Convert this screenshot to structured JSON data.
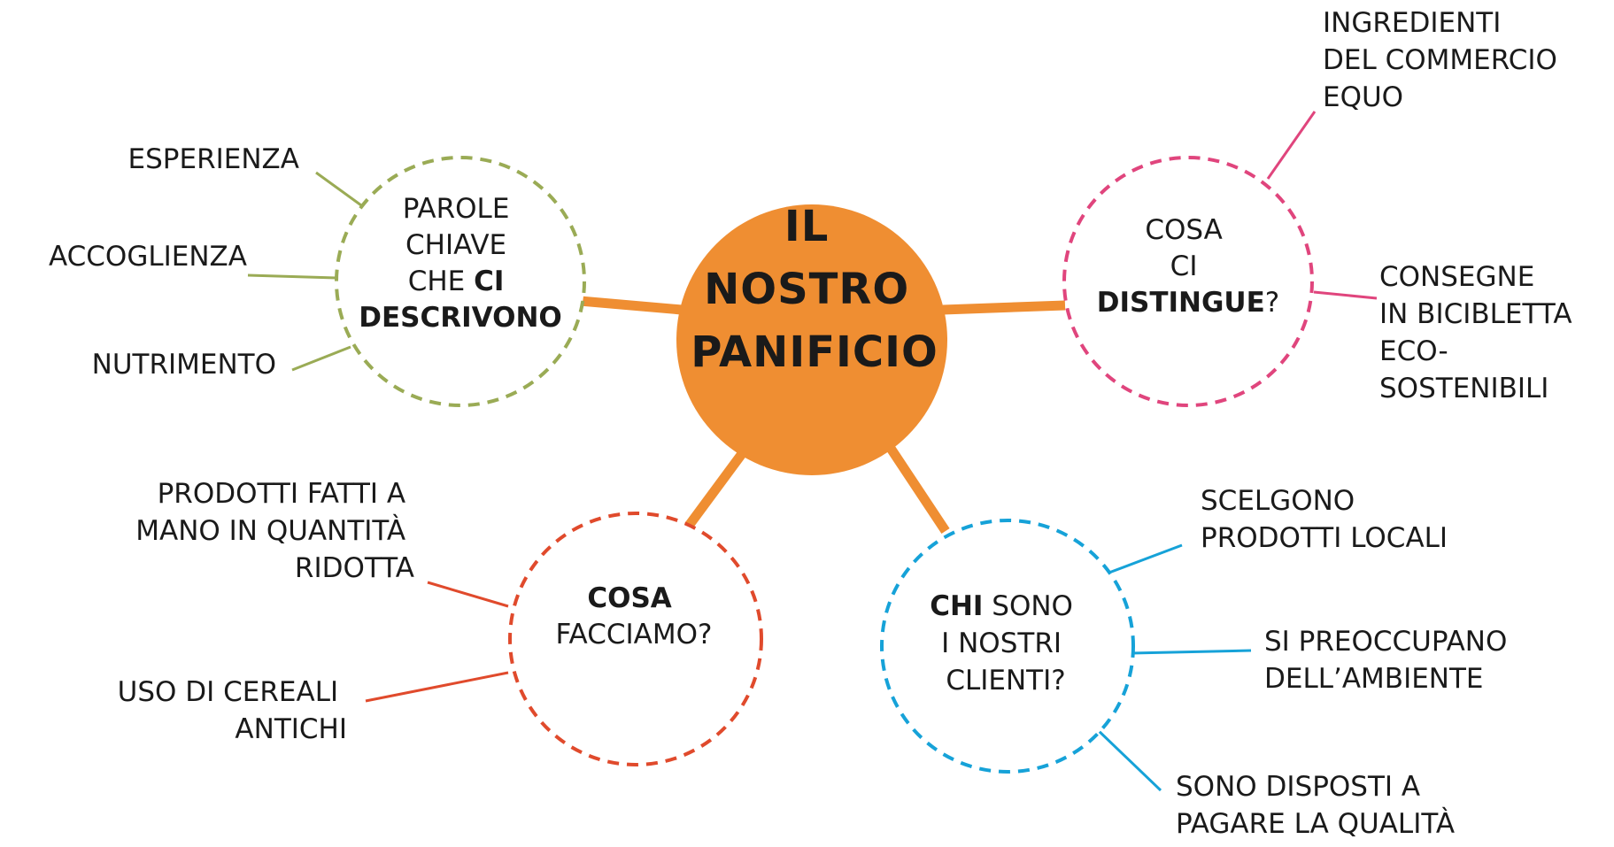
{
  "center": {
    "lines": [
      "IL",
      "NOSTRO",
      "PANIFICIO"
    ],
    "color": "#ef8e32"
  },
  "colors": {
    "green": "#9aab55",
    "pink": "#e0457d",
    "red": "#e04a2c",
    "blue": "#16a2d8"
  },
  "nodes": {
    "keywords": {
      "line1": "PAROLE",
      "line2": "CHIAVE",
      "line3_prefix": "CHE ",
      "line3_bold": "CI",
      "line4_bold": "DESCRIVONO",
      "leaves": [
        "ESPERIENZA",
        "ACCOGLIENZA",
        "NUTRIMENTO"
      ]
    },
    "distinguish": {
      "line1": "COSA",
      "line2": "CI",
      "line3_bold": "DISTINGUE",
      "line3_suffix": "?",
      "leaf1": [
        "INGREDIENTI",
        "DEL COMMERCIO",
        "EQUO"
      ],
      "leaf2": [
        "CONSEGNE",
        "IN BICIBLETTA",
        "ECO-",
        "SOSTENIBILI"
      ]
    },
    "what_we_do": {
      "line1_bold": "COSA",
      "line2": "FACCIAMO?",
      "leaf1": [
        "PRODOTTI FATTI A",
        "MANO IN QUANTITÀ",
        "RIDOTTA"
      ],
      "leaf2": [
        "USO DI CEREALI",
        "ANTICHI"
      ]
    },
    "clients": {
      "line1_bold": "CHI",
      "line1_suffix": " SONO",
      "line2": "I NOSTRI",
      "line3": "CLIENTI?",
      "leaf1": [
        "SCELGONO",
        "PRODOTTI LOCALI"
      ],
      "leaf2": [
        "SI PREOCCUPANO",
        "DELL’AMBIENTE"
      ],
      "leaf3": [
        "SONO DISPOSTI A",
        "PAGARE LA QUALITÀ"
      ]
    }
  }
}
